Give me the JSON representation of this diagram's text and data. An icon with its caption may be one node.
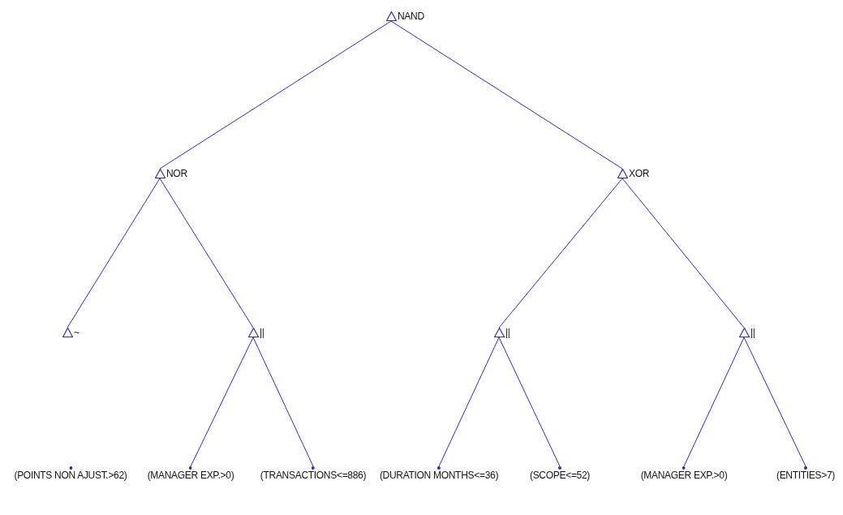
{
  "diagram": {
    "nodes": [
      {
        "text": [
          "NAND"
        ]
      },
      {
        "text": [
          "NOR"
        ]
      },
      {
        "text": [
          "XOR"
        ]
      },
      {
        "text": [
          "~"
        ]
      },
      {
        "text": [
          "||"
        ]
      },
      {
        "text": [
          "||"
        ]
      },
      {
        "text": [
          "||"
        ]
      },
      {
        "text": [
          "(POINTS NON AJUST.>62)"
        ]
      },
      {
        "text": [
          "(MANAGER EXP.>0)"
        ]
      },
      {
        "text": [
          "(TRANSACTIONS<=886)"
        ]
      },
      {
        "text": [
          "(DURATION MONTHS<=36)"
        ]
      },
      {
        "text": [
          "(SCOPE<=52)"
        ]
      },
      {
        "text": [
          "(MANAGER EXP.>0)"
        ]
      },
      {
        "text": [
          "(ENTITIES>7)"
        ]
      }
    ],
    "edges": [
      {
        "from": 0,
        "to": 1,
        "arrow": "none"
      },
      {
        "from": 0,
        "to": 2,
        "arrow": "none"
      },
      {
        "from": 1,
        "to": 3,
        "arrow": "none"
      },
      {
        "from": 1,
        "to": 4,
        "arrow": "none"
      },
      {
        "from": 2,
        "to": 5,
        "arrow": "none"
      },
      {
        "from": 2,
        "to": 6,
        "arrow": "none"
      },
      {
        "from": 4,
        "to": 8,
        "arrow": "none"
      },
      {
        "from": 4,
        "to": 9,
        "arrow": "none"
      },
      {
        "from": 5,
        "to": 10,
        "arrow": "none"
      },
      {
        "from": 5,
        "to": 11,
        "arrow": "none"
      },
      {
        "from": 6,
        "to": 12,
        "arrow": "none"
      },
      {
        "from": 6,
        "to": 13,
        "arrow": "none"
      }
    ]
  }
}
